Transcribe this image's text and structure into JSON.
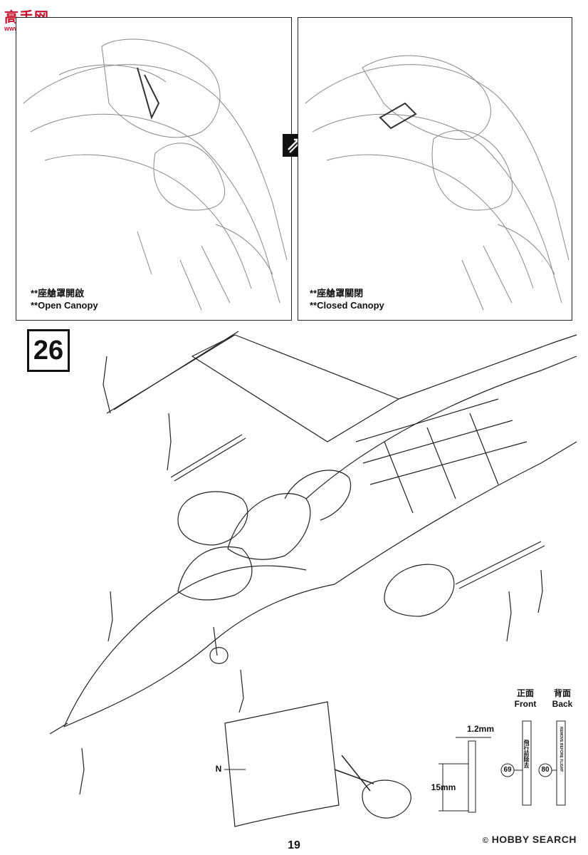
{
  "watermark": {
    "logo_text": "高手网",
    "site": "www.gaoshou.com.cn"
  },
  "panels": {
    "open": {
      "caption_cn": "**座艙罩開啟",
      "caption_en": "**Open Canopy"
    },
    "closed": {
      "caption_cn": "**座艙罩關閉",
      "caption_en": "**Closed Canopy"
    }
  },
  "step": {
    "number": "26"
  },
  "decal": {
    "front_cn": "正面",
    "front_en": "Front",
    "back_cn": "背面",
    "back_en": "Back",
    "width_label": "1.2mm",
    "height_label": "15mm",
    "front_part": "69",
    "back_part": "80",
    "front_strip_text": "飛行前除去",
    "back_strip_text": "REMOVE BEFORE FLIGHT"
  },
  "paper_label": "N",
  "footer": {
    "page": "19",
    "source": "HOBBY SEARCH"
  },
  "colors": {
    "line": "#222222",
    "logo_red": "#c8102e"
  }
}
